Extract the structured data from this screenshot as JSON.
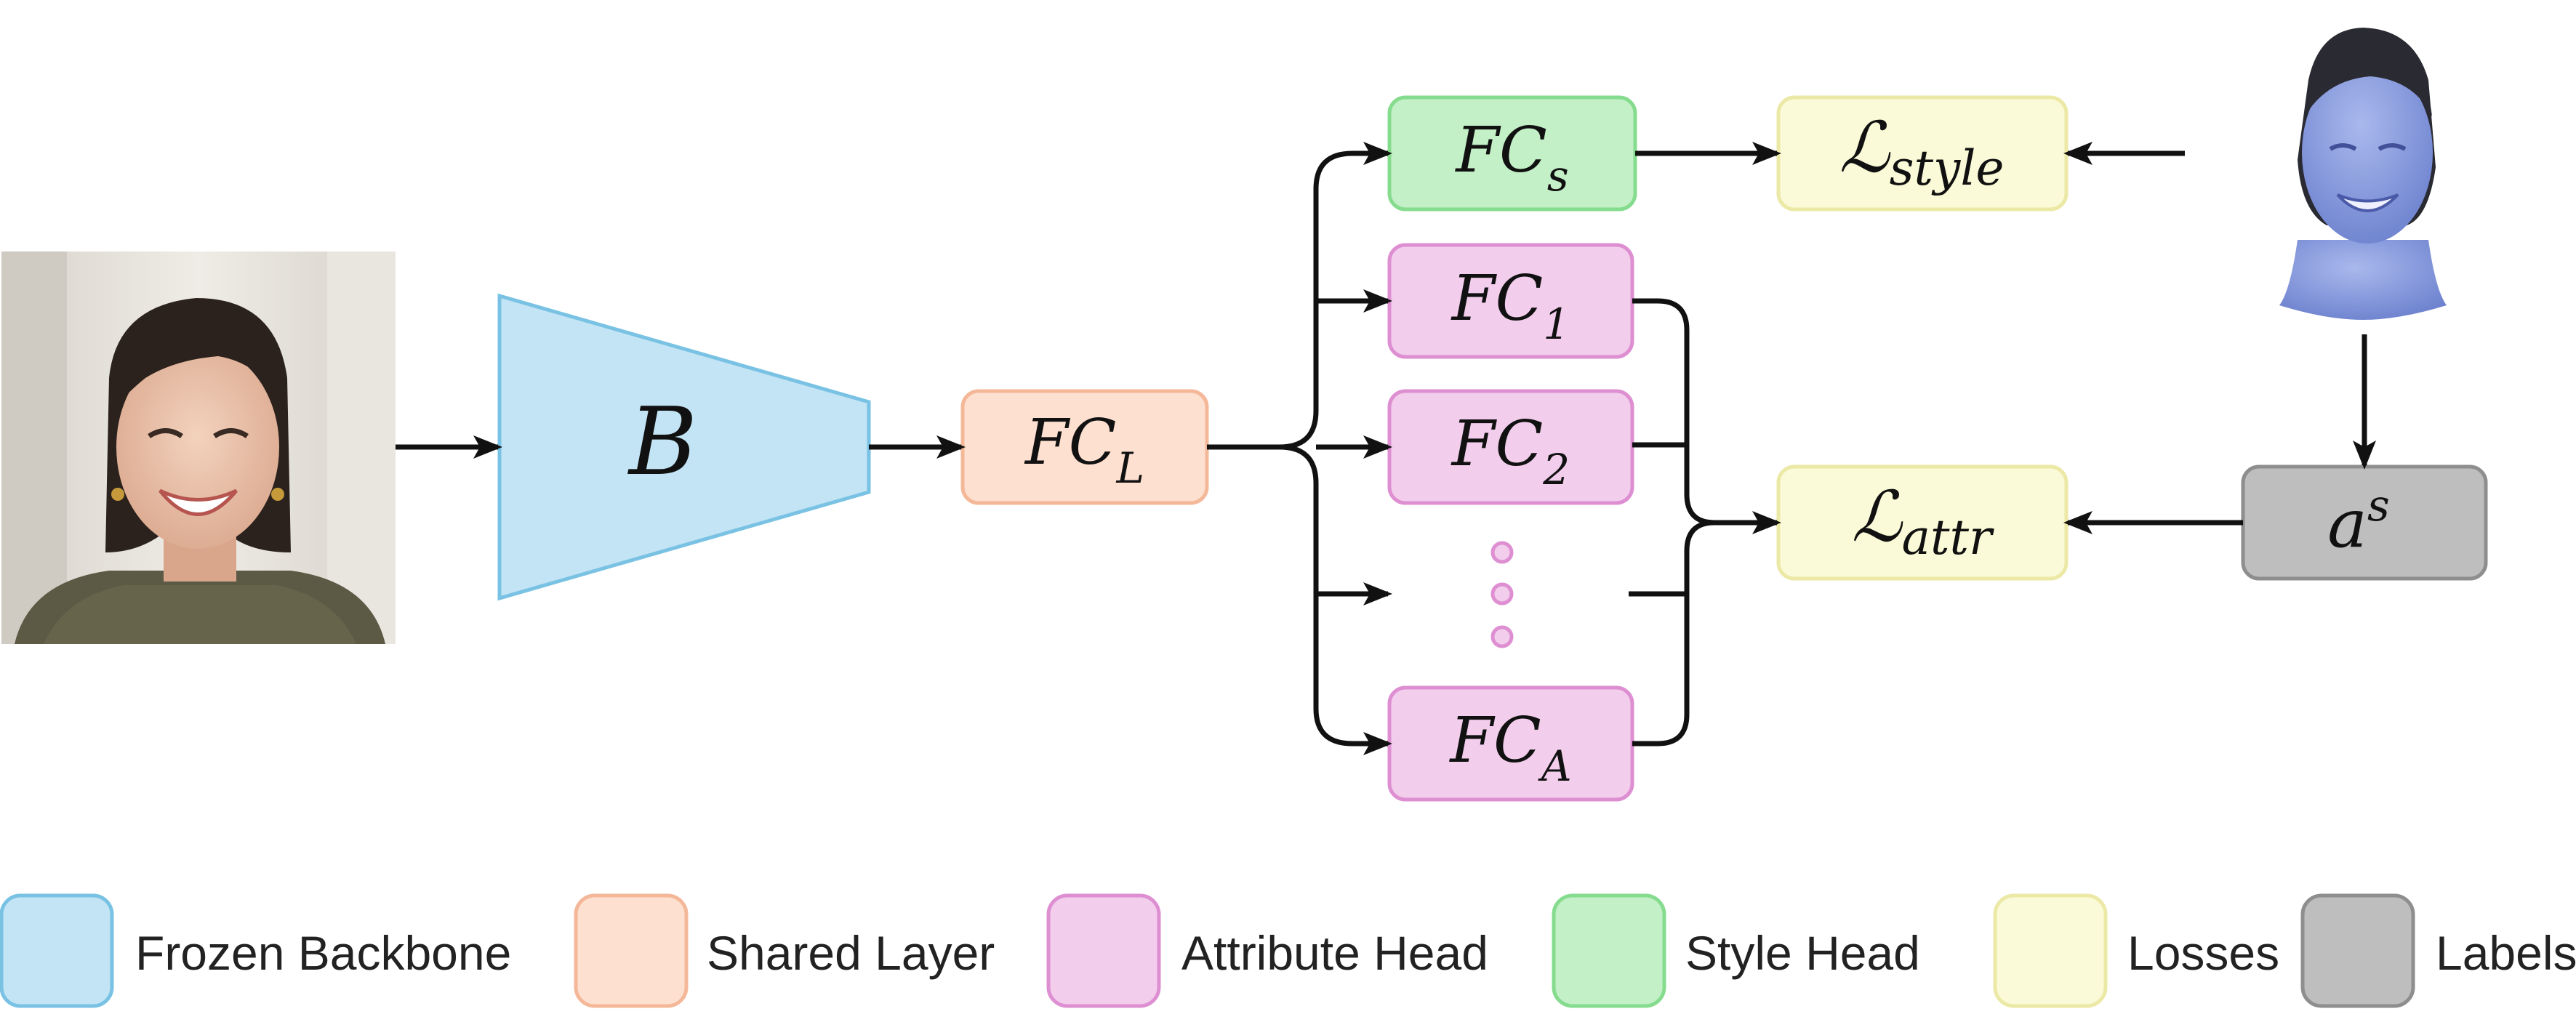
{
  "colors": {
    "frozen_backbone": "#c3e4f4",
    "frozen_backbone_border": "#79c2e4",
    "shared_layer": "#fde0d0",
    "shared_layer_border": "#f4b899",
    "attribute_head": "#f2cdec",
    "attribute_head_border": "#de8fd2",
    "style_head": "#c3f0c7",
    "style_head_border": "#86dc8e",
    "losses": "#fafad8",
    "losses_border": "#ece9a6",
    "labels": "#bebebe",
    "labels_border": "#8e8e8e"
  },
  "nodes": {
    "backbone": {
      "label": "B"
    },
    "shared": {
      "main": "FC",
      "sub": "L"
    },
    "style_head": {
      "main": "FC",
      "sub": "s"
    },
    "head_1": {
      "main": "FC",
      "sub": "1"
    },
    "head_2": {
      "main": "FC",
      "sub": "2"
    },
    "head_A": {
      "main": "FC",
      "sub": "A"
    },
    "loss_style": {
      "main": "ℒ",
      "sub": "style"
    },
    "loss_attr": {
      "main": "ℒ",
      "sub": "attr"
    },
    "label_as": {
      "main": "a",
      "sup": "s"
    }
  },
  "images": {
    "input_photo": "input-face-photo",
    "avatar_render": "stylized-3d-avatar"
  },
  "legend": [
    {
      "key": "frozen_backbone",
      "label": "Frozen Backbone"
    },
    {
      "key": "shared_layer",
      "label": "Shared Layer"
    },
    {
      "key": "attribute_head",
      "label": "Attribute Head"
    },
    {
      "key": "style_head",
      "label": "Style Head"
    },
    {
      "key": "losses",
      "label": "Losses"
    },
    {
      "key": "labels",
      "label": "Labels"
    }
  ]
}
